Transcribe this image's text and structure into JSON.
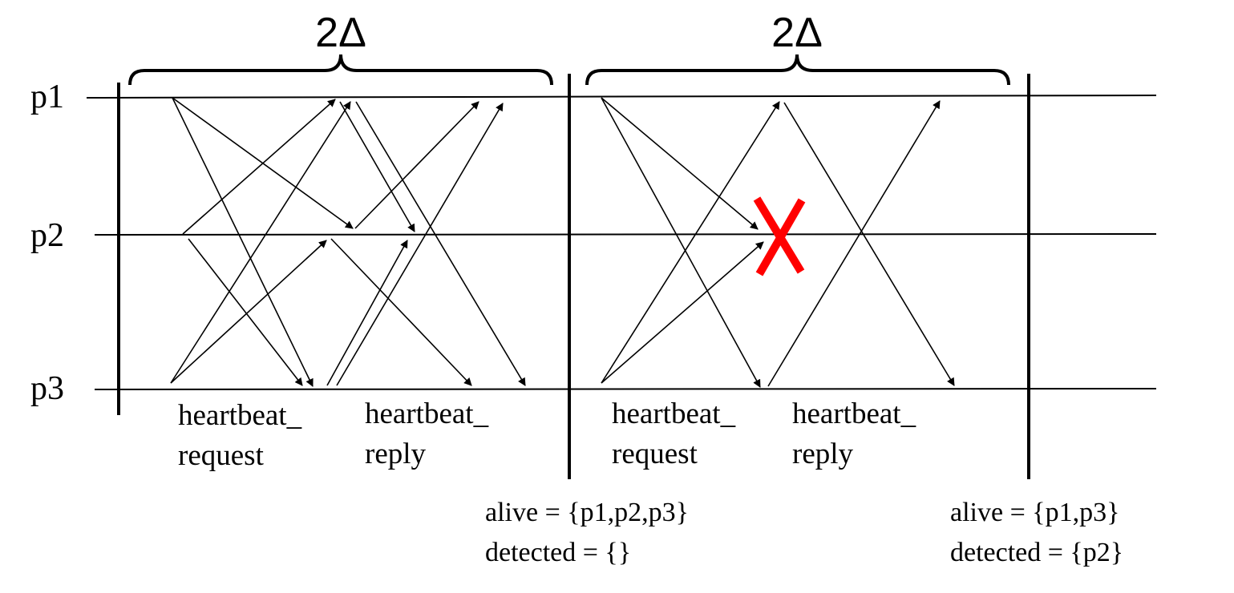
{
  "processes": [
    "p1",
    "p2",
    "p3"
  ],
  "intervals": [
    {
      "duration_label": "2Δ",
      "request_label": [
        "heartbeat_",
        "request"
      ],
      "reply_label": [
        "heartbeat_",
        "reply"
      ],
      "state": [
        "alive = {p1,p2,p3}",
        "detected = {}"
      ]
    },
    {
      "duration_label": "2Δ",
      "request_label": [
        "heartbeat_",
        "request"
      ],
      "reply_label": [
        "heartbeat_",
        "reply"
      ],
      "state": [
        "alive = {p1,p3}",
        "detected = {p2}"
      ],
      "failed_process": "p2"
    }
  ],
  "colors": {
    "line": "#000000",
    "failure_mark": "#ff0000"
  }
}
